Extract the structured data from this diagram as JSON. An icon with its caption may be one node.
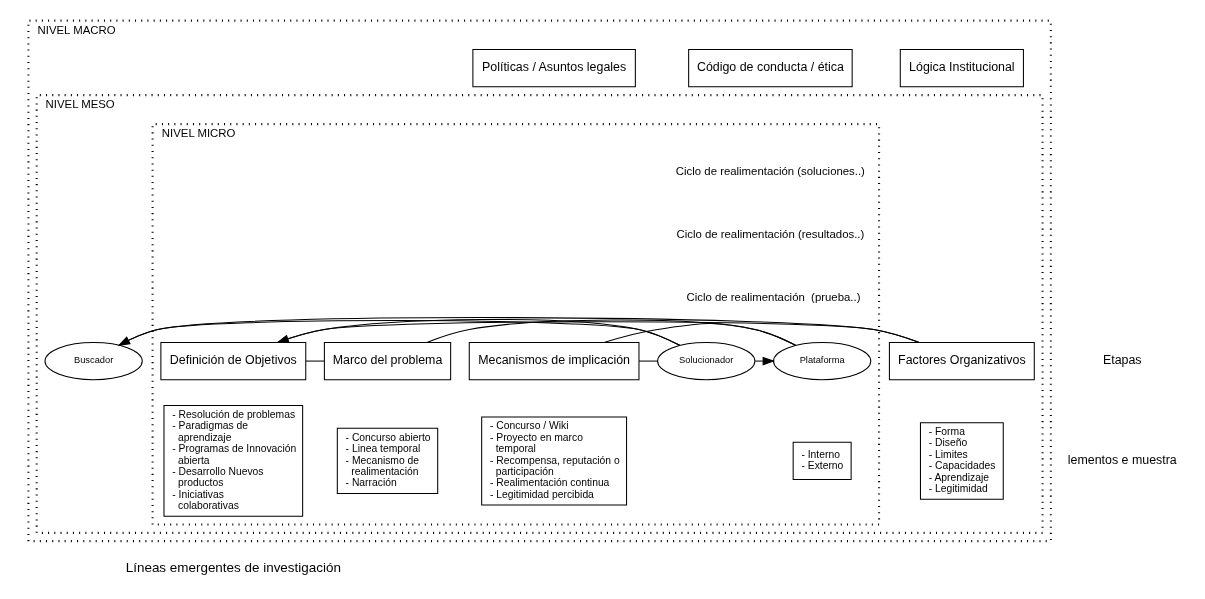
{
  "diagram": {
    "nodes": [
      {
        "text": [
          "NIVEL MACRO"
        ]
      },
      {
        "text": [
          "Lógica Institucional"
        ],
        "in": 0
      },
      {
        "text": [
          "Código de conducta / ética"
        ],
        "in": 0
      },
      {
        "text": [
          "Políticas / Asuntos legales"
        ],
        "in": 0
      },
      {
        "text": [
          "NIVEL MESO"
        ],
        "in": 0
      },
      {
        "text": [
          "NIVEL MICRO"
        ],
        "in": 4
      },
      {
        "text": [
          "Buscador"
        ],
        "in": 4
      },
      {
        "text": [
          "Factores Organizativos"
        ],
        "in": 4
      },
      {
        "text": [
          "Definición de Objetivos"
        ],
        "in": 5
      },
      {
        "text": [
          "Marco del problema"
        ],
        "in": 5
      },
      {
        "text": [
          "Plataforma"
        ],
        "in": 5
      },
      {
        "text": [
          "Mecanismos de implicación"
        ],
        "in": 5
      },
      {
        "text": [
          "Solucionador"
        ],
        "in": 5
      },
      {
        "text": [
          "- Forma",
          "- Diseño",
          "- Limites",
          "- Capacidades",
          "- Aprendizaje",
          "- Legitimidad"
        ],
        "in": 4
      },
      {
        "text": [
          "- Resolución de problemas",
          "- Paradigmas de aprendizaje",
          "- Programas de Innovación abierta",
          "- Desarrollo Nuevos productos",
          "- Iniciativas colaborativas"
        ],
        "in": 5
      },
      {
        "text": [
          "- Concurso abierto",
          "- Linea temporal",
          "- Mecanismo de realimentación",
          "- Narración"
        ],
        "in": 5
      },
      {
        "text": [
          "- Interno",
          "- Externo"
        ],
        "in": 5
      },
      {
        "text": [
          "- Concurso / Wiki",
          "- Proyecto en marco temporal",
          "- Recompensa, reputación o participación",
          "- Realimentación continua",
          "- Legitimidad percibida"
        ],
        "in": 5
      }
    ],
    "edges": [
      {
        "from": 6,
        "to": 7,
        "arrow": "none"
      },
      {
        "from": 7,
        "to": 8,
        "arrow": "none"
      },
      {
        "from": 8,
        "to": 9,
        "arrow": "none"
      },
      {
        "from": 9,
        "to": 10,
        "arrow": "none"
      },
      {
        "from": 10,
        "to": 11,
        "arrow": "none"
      },
      {
        "from": 11,
        "to": 12,
        "arrow": "none"
      },
      {
        "from": 12,
        "to": 6,
        "arrow": "to"
      },
      {
        "from": 12,
        "to": 8,
        "arrow": "to"
      },
      {
        "from": 12,
        "to": 10,
        "arrow": "to"
      }
    ],
    "labels": [
      "Ciclo de realimentación (soluciones..)",
      "Ciclo de realimentación (resultados..)",
      "Ciclo de realimentación  (prueba..)",
      "Etapas",
      "lementos e muestra",
      "Líneas emergentes de investigación"
    ]
  }
}
